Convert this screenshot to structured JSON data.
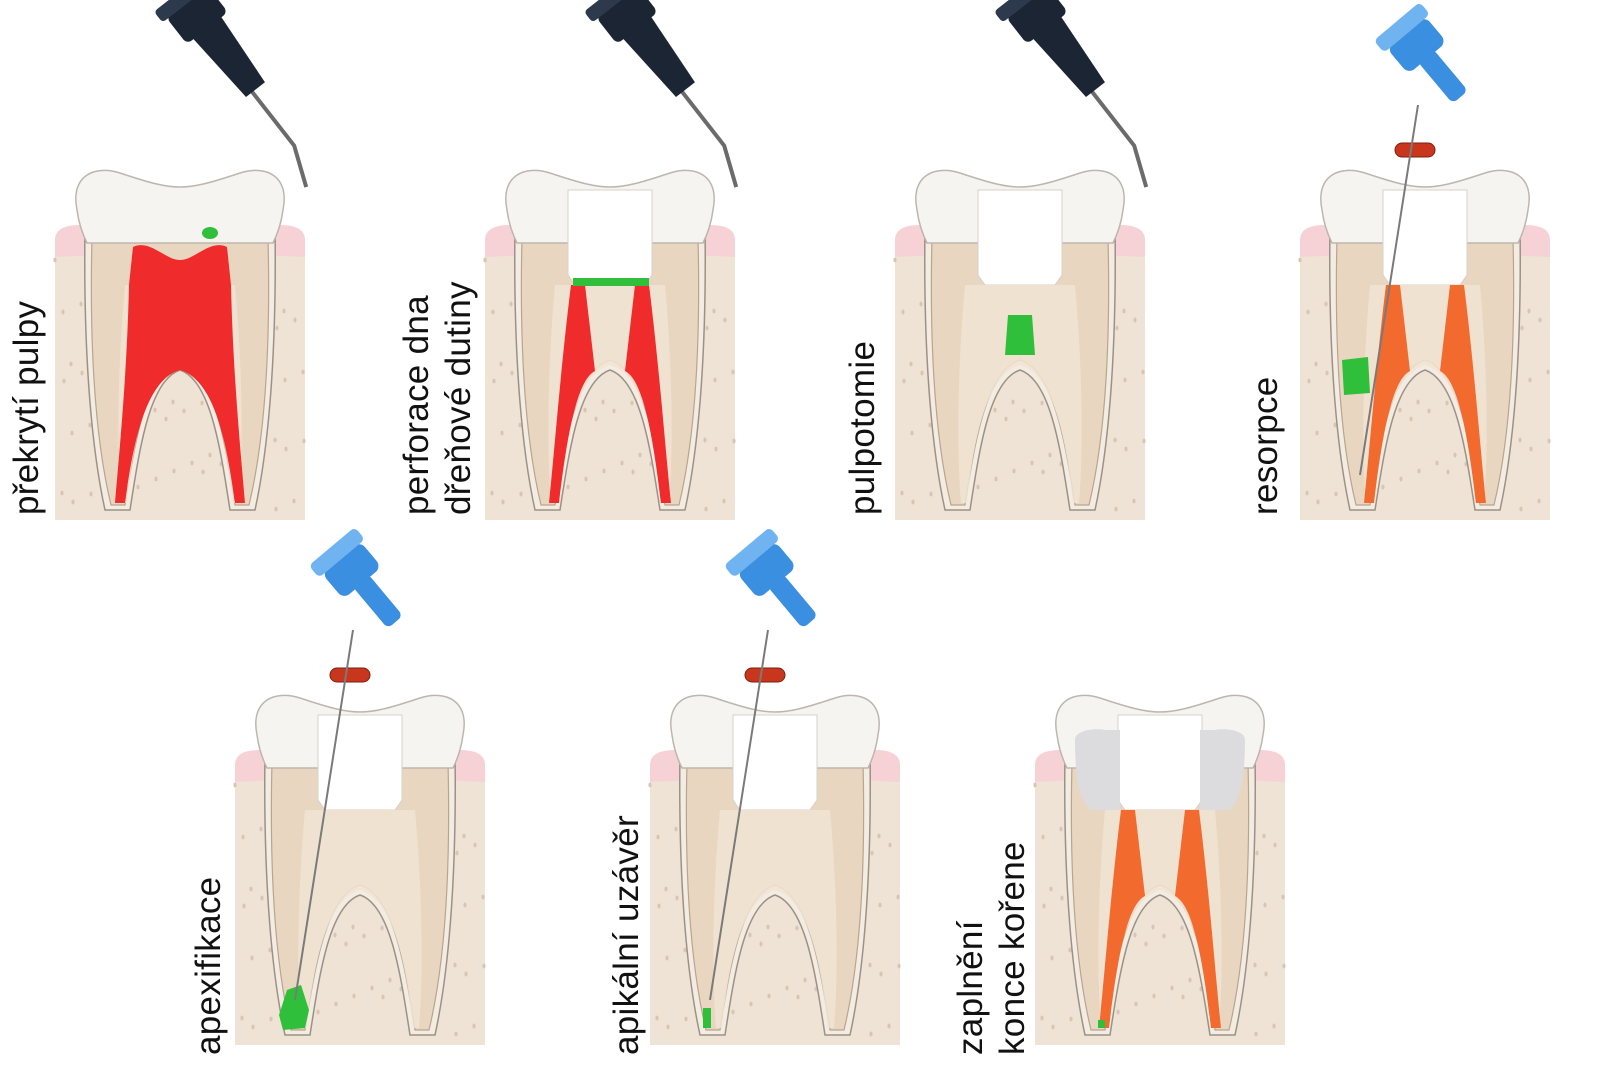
{
  "panels": [
    {
      "id": "p1",
      "lines": [
        "překrytí pulpy"
      ],
      "instrument": "dark-syringe",
      "material": "green-dot",
      "pulp": "full-red"
    },
    {
      "id": "p2",
      "lines": [
        "perforace dna",
        "dřeňové dutiny"
      ],
      "instrument": "dark-syringe",
      "material": "green-band",
      "pulp": "canals-red"
    },
    {
      "id": "p3",
      "lines": [
        "pulpotomie"
      ],
      "instrument": "dark-syringe",
      "material": "green-plug",
      "pulp": "none"
    },
    {
      "id": "p4",
      "lines": [
        "resorpce"
      ],
      "instrument": "blue-file",
      "material": "green-lateral",
      "pulp": "canals-orange"
    },
    {
      "id": "p5",
      "lines": [
        "apexifikace"
      ],
      "instrument": "blue-file",
      "material": "green-apex",
      "pulp": "none"
    },
    {
      "id": "p6",
      "lines": [
        "apikální uzávěr"
      ],
      "instrument": "blue-file",
      "material": "green-apex-small",
      "pulp": "none"
    },
    {
      "id": "p7",
      "lines": [
        "zaplnění",
        "konce kořene"
      ],
      "instrument": "none",
      "material": "green-tip",
      "pulp": "canals-orange"
    }
  ],
  "colors": {
    "bone": "#efe3d6",
    "gum": "#f6d2d6",
    "dentin": "#e9d6c0",
    "enamel": "#f6f4f1",
    "pulp_red": "#ef2b2b",
    "gutta_orange": "#f26a2e",
    "mta_green": "#2fbf3a",
    "syringe_dark": "#1c2533",
    "file_blue": "#3b8fe0",
    "stopper_red": "#c8361e"
  }
}
